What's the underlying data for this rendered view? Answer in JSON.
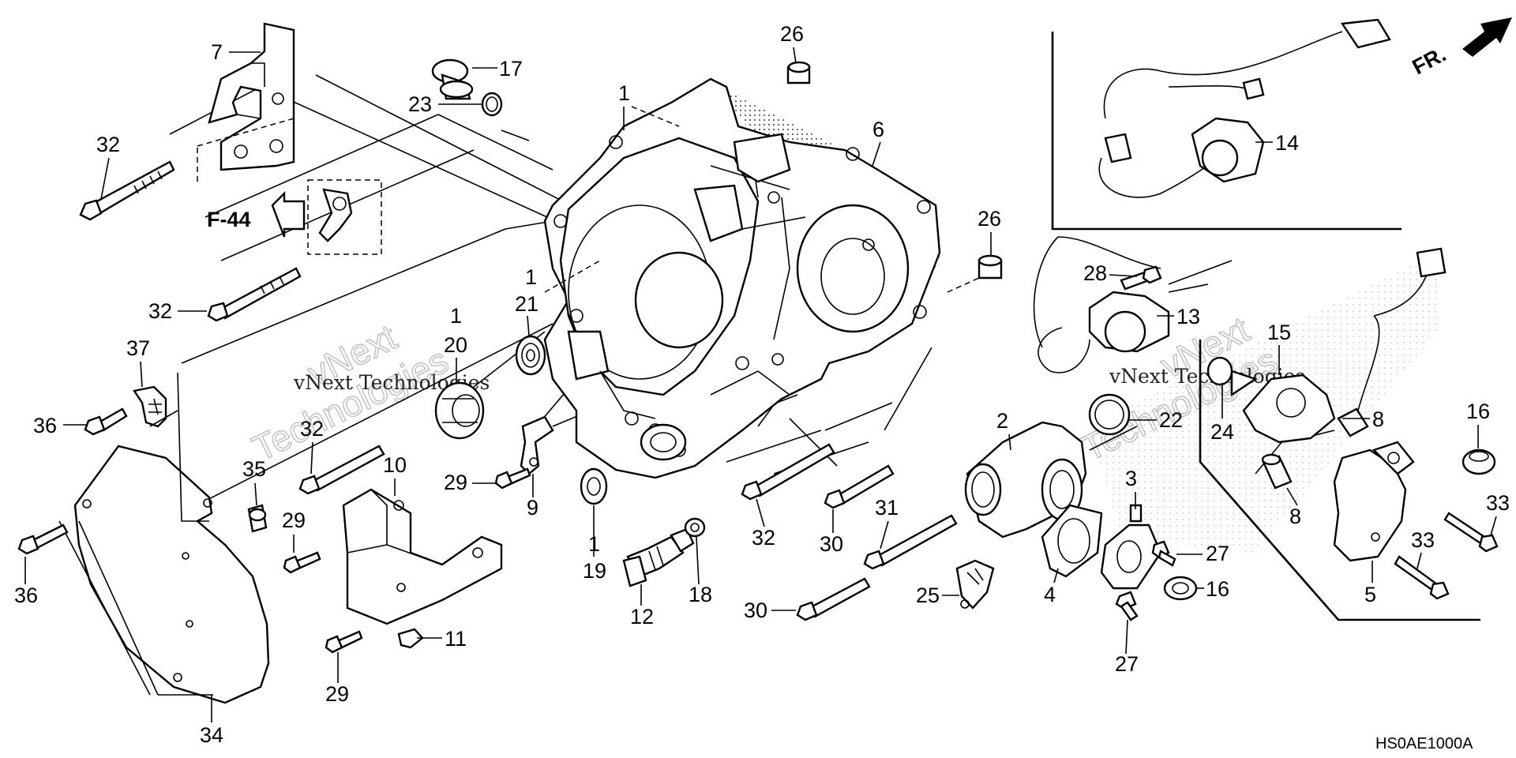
{
  "diagram": {
    "callouts": [
      {
        "id": "c1a",
        "label": "1"
      },
      {
        "id": "c1b",
        "label": "1"
      },
      {
        "id": "c1c",
        "label": "1"
      },
      {
        "id": "c1d",
        "label": "1"
      },
      {
        "id": "c2",
        "label": "2"
      },
      {
        "id": "c3",
        "label": "3"
      },
      {
        "id": "c4",
        "label": "4"
      },
      {
        "id": "c5",
        "label": "5"
      },
      {
        "id": "c6",
        "label": "6"
      },
      {
        "id": "c7",
        "label": "7"
      },
      {
        "id": "c8a",
        "label": "8"
      },
      {
        "id": "c8b",
        "label": "8"
      },
      {
        "id": "c9",
        "label": "9"
      },
      {
        "id": "c10",
        "label": "10"
      },
      {
        "id": "c11",
        "label": "11"
      },
      {
        "id": "c12",
        "label": "12"
      },
      {
        "id": "c13",
        "label": "13"
      },
      {
        "id": "c14",
        "label": "14"
      },
      {
        "id": "c15",
        "label": "15"
      },
      {
        "id": "c16a",
        "label": "16"
      },
      {
        "id": "c16b",
        "label": "16"
      },
      {
        "id": "c17",
        "label": "17"
      },
      {
        "id": "c18",
        "label": "18"
      },
      {
        "id": "c19",
        "label": "19"
      },
      {
        "id": "c20",
        "label": "20"
      },
      {
        "id": "c21",
        "label": "21"
      },
      {
        "id": "c22",
        "label": "22"
      },
      {
        "id": "c23",
        "label": "23"
      },
      {
        "id": "c24",
        "label": "24"
      },
      {
        "id": "c25",
        "label": "25"
      },
      {
        "id": "c26a",
        "label": "26"
      },
      {
        "id": "c26b",
        "label": "26"
      },
      {
        "id": "c27a",
        "label": "27"
      },
      {
        "id": "c27b",
        "label": "27"
      },
      {
        "id": "c28",
        "label": "28"
      },
      {
        "id": "c29a",
        "label": "29"
      },
      {
        "id": "c29b",
        "label": "29"
      },
      {
        "id": "c29c",
        "label": "29"
      },
      {
        "id": "c30a",
        "label": "30"
      },
      {
        "id": "c30b",
        "label": "30"
      },
      {
        "id": "c31",
        "label": "31"
      },
      {
        "id": "c32a",
        "label": "32"
      },
      {
        "id": "c32b",
        "label": "32"
      },
      {
        "id": "c32c",
        "label": "32"
      },
      {
        "id": "c32d",
        "label": "32"
      },
      {
        "id": "c33a",
        "label": "33"
      },
      {
        "id": "c33b",
        "label": "33"
      },
      {
        "id": "c34",
        "label": "34"
      },
      {
        "id": "c35",
        "label": "35"
      },
      {
        "id": "c36a",
        "label": "36"
      },
      {
        "id": "c36b",
        "label": "36"
      },
      {
        "id": "c37",
        "label": "37"
      }
    ],
    "reference": "F-44",
    "direction": "FR.",
    "drawing_code": "HS0AE1000A",
    "watermark": [
      "vNext",
      "Technologies",
      "vNext Technologies"
    ]
  }
}
